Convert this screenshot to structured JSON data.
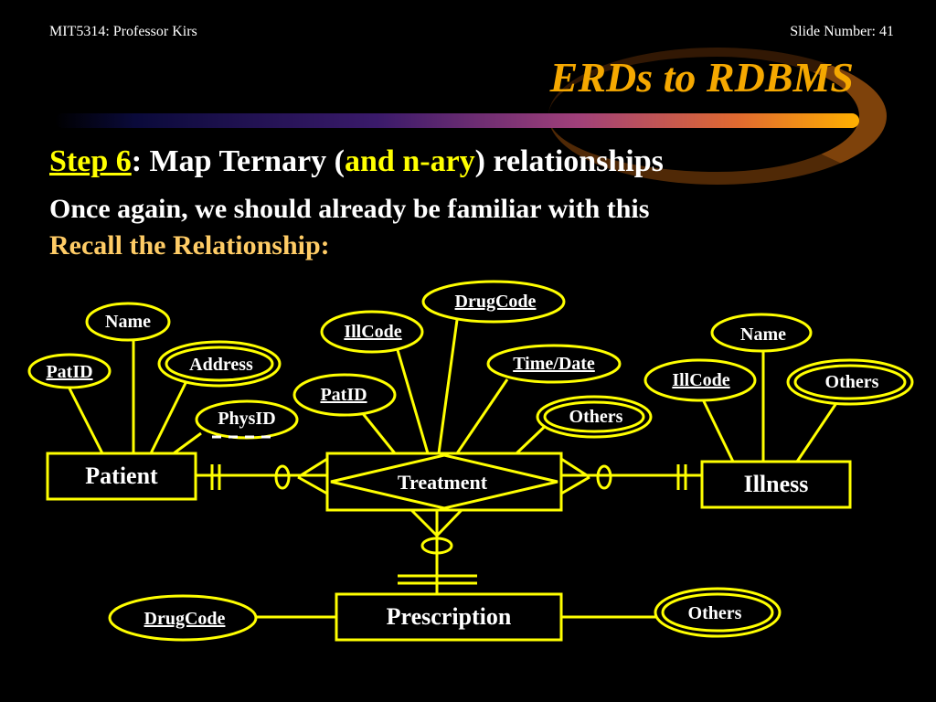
{
  "header": {
    "course": "MIT5314: Professor Kirs",
    "slide_number": "Slide Number: 41"
  },
  "title": "ERDs to RDBMS",
  "step_line": {
    "step": "Step 6",
    "part1": ": Map Ternary (",
    "highlight": "and n-ary",
    "part2": ") relationships"
  },
  "subtitle": "Once again, we should already be familiar with this",
  "recall": "Recall the Relationship:",
  "colors": {
    "accent": "#ffff00",
    "title": "#f5a800",
    "recall": "#ffcc66",
    "background": "#000000"
  },
  "diagram": {
    "entities": {
      "patient": "Patient",
      "treatment": "Treatment",
      "illness": "Illness",
      "prescription": "Prescription"
    },
    "attributes": {
      "patient_name": "Name",
      "patient_id": "PatID",
      "patient_address": "Address",
      "phys_id": "PhysID",
      "treat_drugcode": "DrugCode",
      "treat_illcode": "IllCode",
      "treat_timedate": "Time/Date",
      "treat_patid": "PatID",
      "treat_others": "Others",
      "illness_name": "Name",
      "illness_illcode": "IllCode",
      "illness_others": "Others",
      "presc_drugcode": "DrugCode",
      "presc_others": "Others"
    }
  }
}
